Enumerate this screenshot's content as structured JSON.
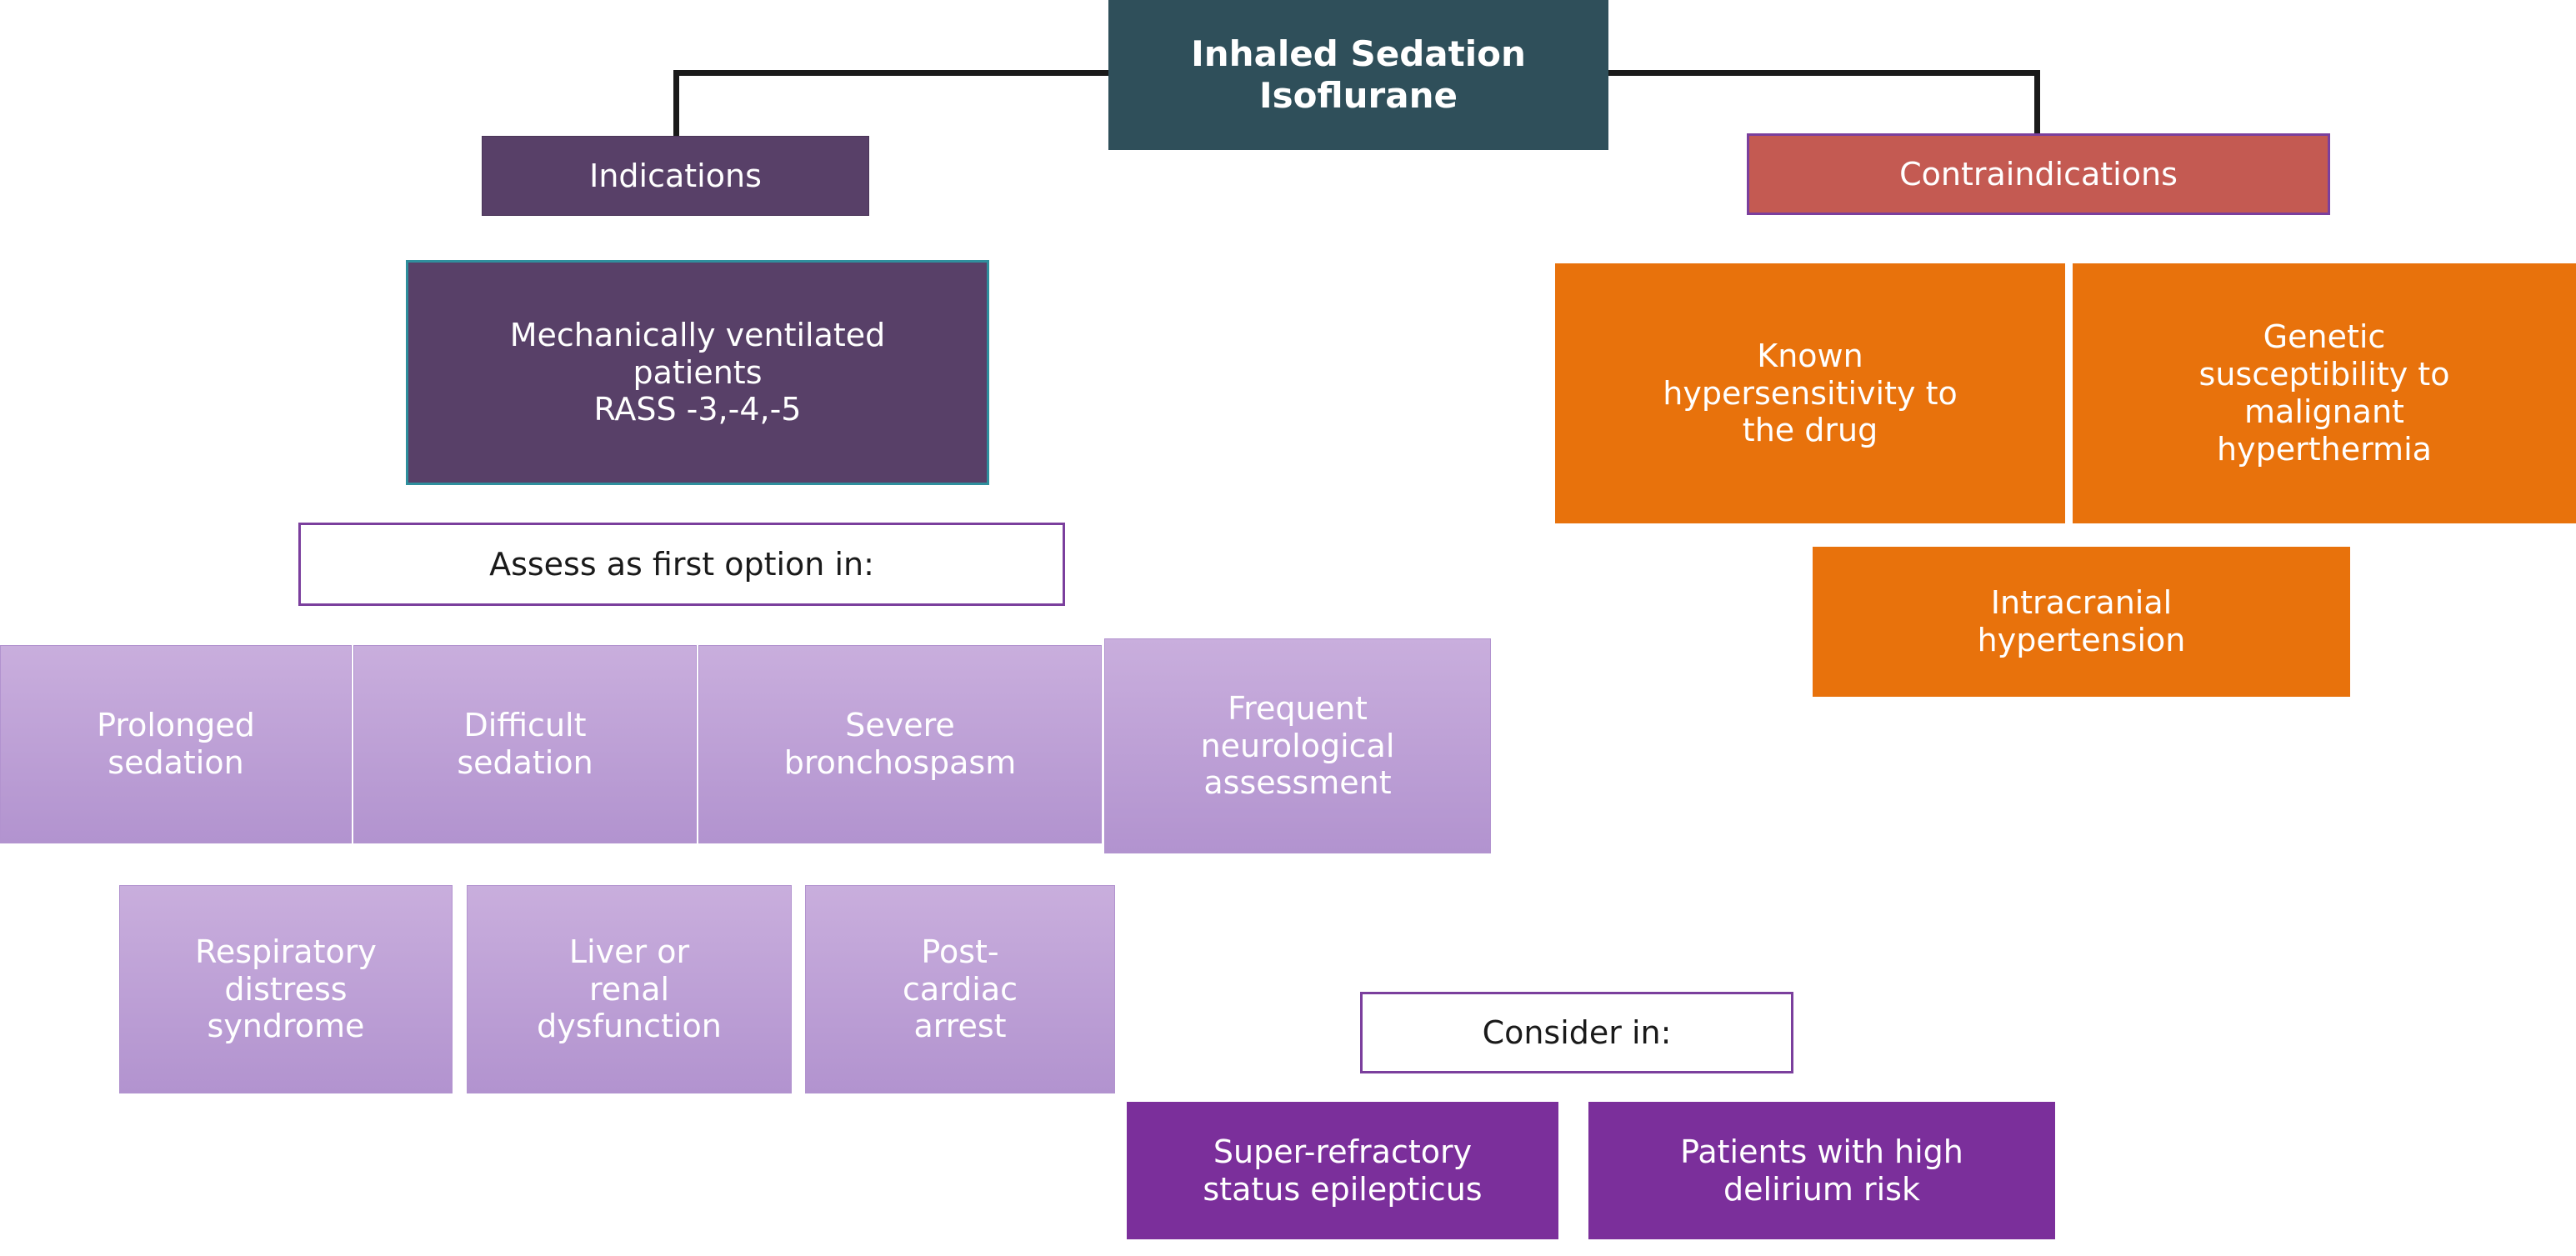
{
  "diagram": {
    "title": "Inhaled Sedation Isoflurane",
    "root": {
      "label": "Inhaled Sedation\nIsoflurane"
    },
    "branches": {
      "indications": {
        "label": "Indications"
      },
      "contraindications": {
        "label": "Contraindications"
      }
    },
    "indications": {
      "primary": {
        "label": "Mechanically ventilated\npatients\nRASS -3,-4,-5"
      },
      "first_option_header": {
        "label": "Assess as first option in:"
      },
      "first_option_items": [
        {
          "label": "Prolonged\nsedation"
        },
        {
          "label": "Difficult\nsedation"
        },
        {
          "label": "Severe\nbronchospasm"
        },
        {
          "label": "Frequent\nneurological\nassessment"
        },
        {
          "label": "Respiratory\ndistress\nsyndrome"
        },
        {
          "label": "Liver or\nrenal\ndysfunction"
        },
        {
          "label": "Post-\ncardiac\narrest"
        }
      ],
      "consider_header": {
        "label": "Consider in:"
      },
      "consider_items": [
        {
          "label": "Super-refractory\nstatus epilepticus"
        },
        {
          "label": "Patients with high\ndelirium risk"
        }
      ]
    },
    "contraindications": {
      "items": [
        {
          "label": "Known\nhypersensitivity to\nthe drug"
        },
        {
          "label": "Genetic\nsusceptibility to\nmalignant\nhyperthermia"
        },
        {
          "label": "Intracranial\nhypertension"
        }
      ]
    },
    "colors": {
      "root_bg": "#2f4f5a",
      "indications_bg": "#584068",
      "contraindications_bg": "#c45a52",
      "orange_bg": "#e8720c",
      "lavender_bg": "#b293cf",
      "purple_bg": "#7b2f9b",
      "connector": "#1a1a1a",
      "teal_border": "#2f8f9d",
      "purple_border": "#7b3f9d"
    }
  }
}
